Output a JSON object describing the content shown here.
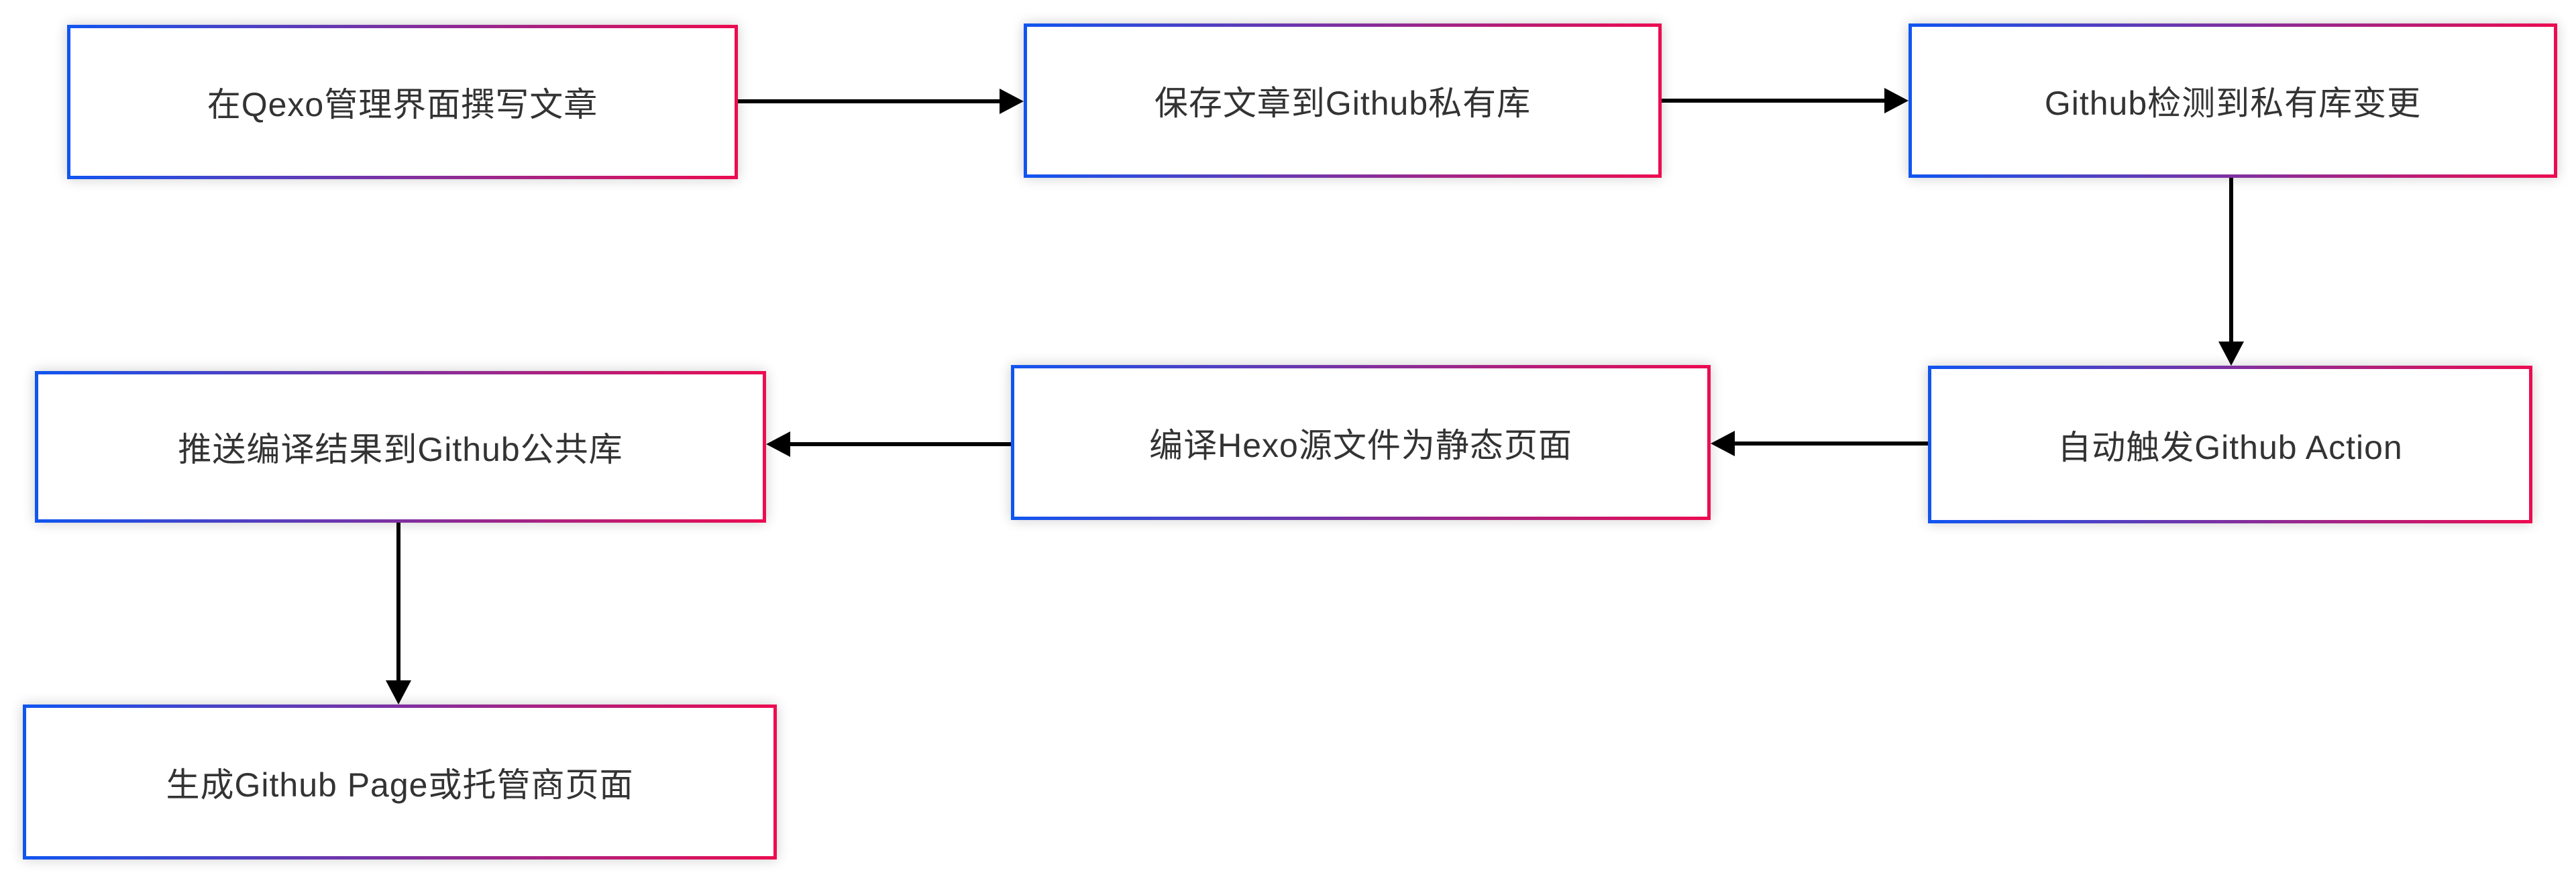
{
  "diagram": {
    "type": "flowchart",
    "nodes": [
      {
        "id": "write",
        "label": "在Qexo管理界面撰写文章"
      },
      {
        "id": "save",
        "label": "保存文章到Github私有库"
      },
      {
        "id": "detect",
        "label": "Github检测到私有库变更"
      },
      {
        "id": "action",
        "label": "自动触发Github Action"
      },
      {
        "id": "compile",
        "label": "编译Hexo源文件为静态页面"
      },
      {
        "id": "push",
        "label": "推送编译结果到Github公共库"
      },
      {
        "id": "page",
        "label": "生成Github Page或托管商页面"
      }
    ],
    "edges": [
      {
        "from": "write",
        "to": "save",
        "direction": "right"
      },
      {
        "from": "save",
        "to": "detect",
        "direction": "right"
      },
      {
        "from": "detect",
        "to": "action",
        "direction": "down"
      },
      {
        "from": "action",
        "to": "compile",
        "direction": "left"
      },
      {
        "from": "compile",
        "to": "push",
        "direction": "left"
      },
      {
        "from": "push",
        "to": "page",
        "direction": "down"
      }
    ],
    "theme": {
      "background": "#ffffff",
      "node_fill": "#ffffff",
      "text_color": "#333333",
      "arrow_color": "#000000",
      "border_gradient_start": "#1155f0",
      "border_gradient_end": "#ec0c51"
    }
  }
}
